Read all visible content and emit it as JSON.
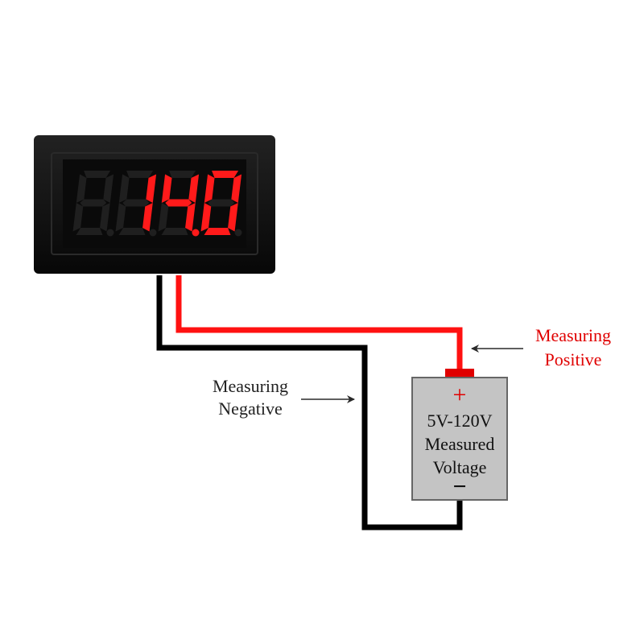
{
  "meter": {
    "reading": "14.0",
    "digits": [
      "",
      "1",
      "4",
      "0"
    ],
    "decimal_after_digit": 2,
    "segment_on_color": "#ff1a1a",
    "segment_off_color": "#1f1f1f",
    "bezel_color": "#0e0e0e"
  },
  "wires": {
    "positive_color": "#ff1111",
    "negative_color": "#000000"
  },
  "battery": {
    "plus_symbol": "+",
    "minus_symbol": "−",
    "line1": "5V-120V",
    "line2": "Measured",
    "line3": "Voltage",
    "body_color": "#c4c4c4",
    "terminal_color": "#e00000"
  },
  "labels": {
    "positive_line1": "Measuring",
    "positive_line2": "Positive",
    "negative_line1": "Measuring",
    "negative_line2": "Negative",
    "positive_color": "#e00000",
    "negative_color": "#222222"
  }
}
